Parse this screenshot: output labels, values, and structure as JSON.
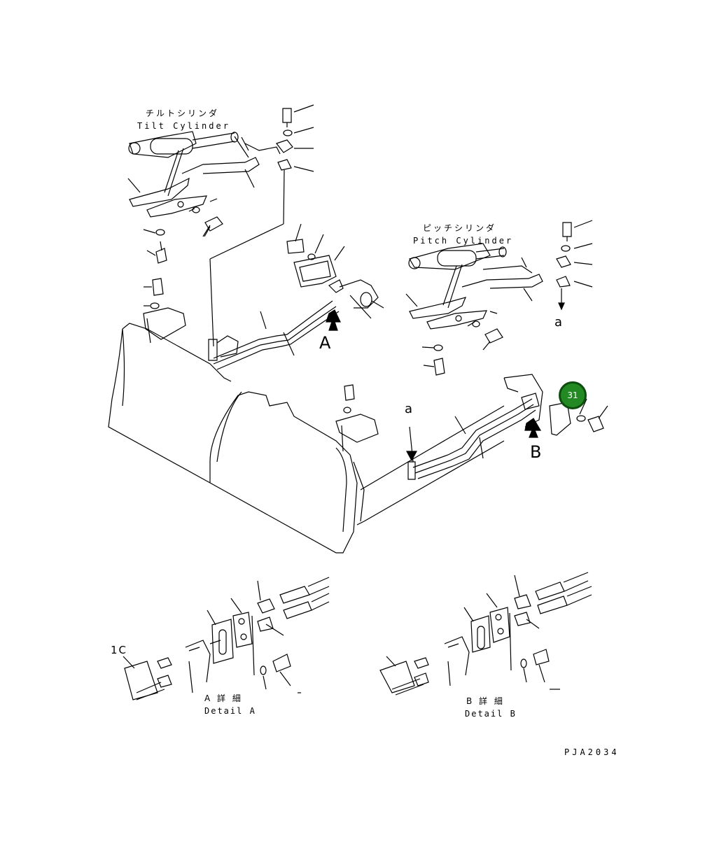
{
  "tilt_cylinder": {
    "jp": "チルトシリンダ",
    "en": "Tilt Cylinder"
  },
  "pitch_cylinder": {
    "jp": "ピッチシリンダ",
    "en": "Pitch Cylinder"
  },
  "view_arrows": {
    "a": "A",
    "b": "B"
  },
  "connection": {
    "a_upper": "a",
    "a_lower": "a"
  },
  "item_labels": {
    "1c": "1C"
  },
  "detail_a": {
    "jp": "A 詳 細",
    "en": "Detail A"
  },
  "detail_b": {
    "jp": "B 詳 細",
    "en": "Detail B"
  },
  "part_badge": {
    "number": "31",
    "color": "#238a23"
  },
  "drawing_code": "PJA2034"
}
